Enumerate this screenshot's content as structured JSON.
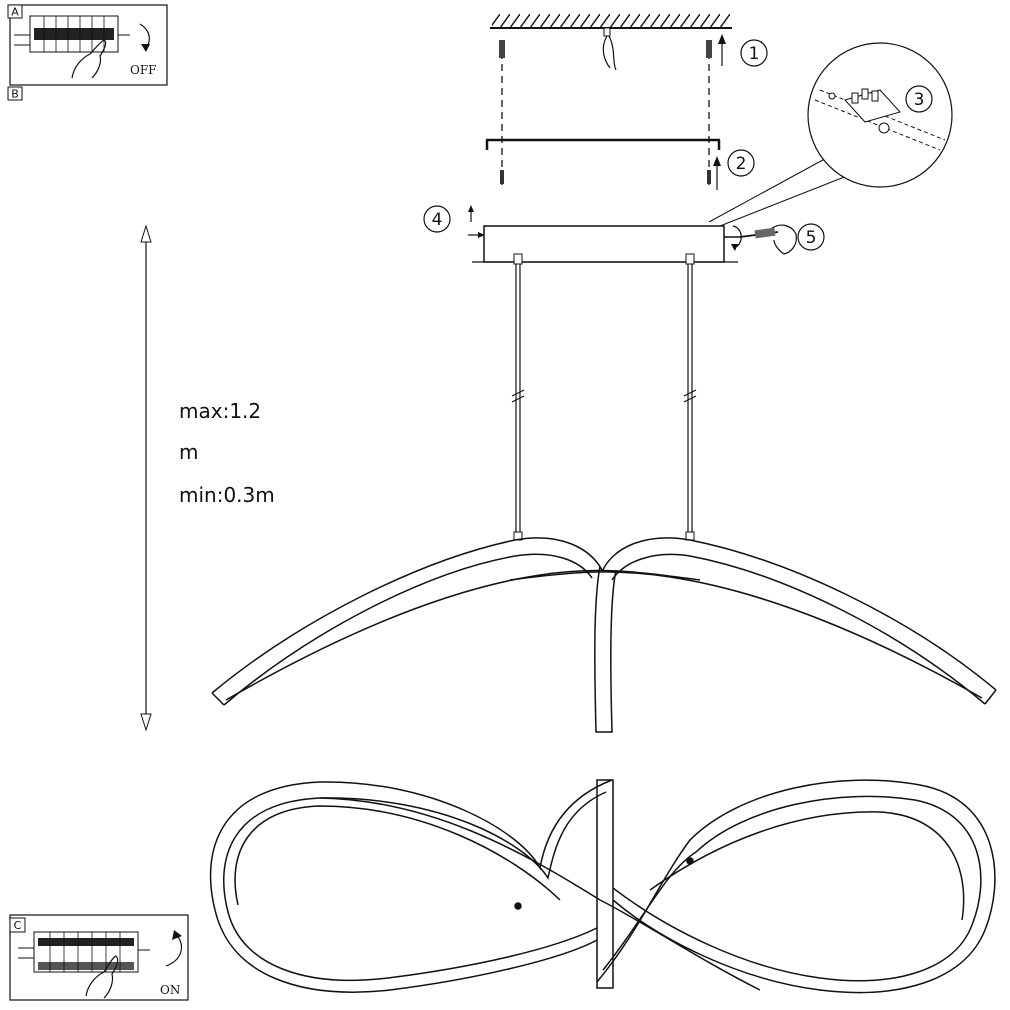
{
  "panels": {
    "top": {
      "letter_top": "A",
      "letter_bottom": "B",
      "switch_text": "OFF"
    },
    "bottom": {
      "letter": "C",
      "switch_text": "ON"
    }
  },
  "steps": [
    "1",
    "2",
    "3",
    "4",
    "5"
  ],
  "height_label": {
    "line1": "max:1.2",
    "line2": "m",
    "line3": "min:0.3m"
  }
}
